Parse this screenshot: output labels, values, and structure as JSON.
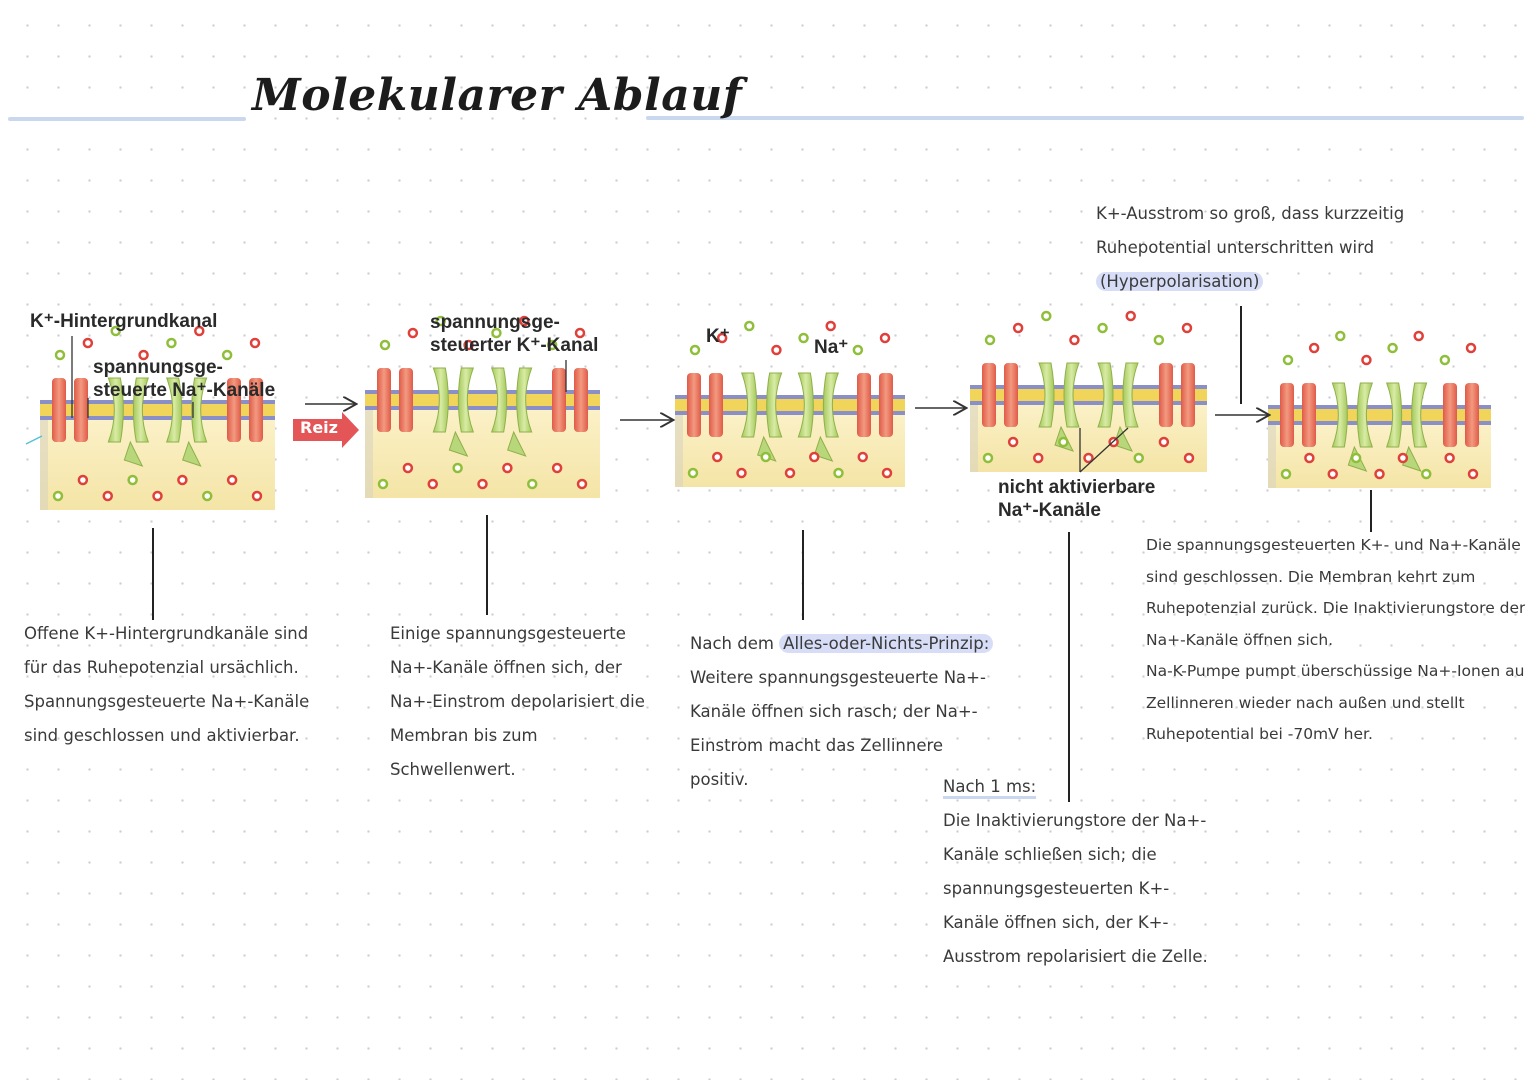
{
  "title": "Molekularer Ablauf",
  "labels": {
    "k_background": "K⁺-Hintergrundkanal",
    "na_gated": "spannungsge-\nsteuerte Na⁺-Kanäle",
    "k_gated": "spannungsge-\nsteuerter K⁺-Kanal",
    "k_plus": "K⁺",
    "na_plus": "Na⁺",
    "na_inactive": "nicht aktivierbare\nNa⁺-Kanäle",
    "reiz": "Reiz"
  },
  "notes": {
    "step1": [
      "Offene K+-Hintergrundkanäle sind",
      "für das Ruhepotenzial ursächlich.",
      "Spannungsgesteuerte Na+-Kanäle",
      "sind geschlossen und aktivierbar."
    ],
    "step2": [
      "Einige spannungsgesteuerte",
      "Na+-Kanäle öffnen sich, der",
      "Na+-Einstrom depolarisiert die",
      "Membran bis zum",
      "Schwellenwert."
    ],
    "step3_prefix": "Nach dem ",
    "step3_highlight": "Alles-oder-Nichts-Prinzip:",
    "step3": [
      "Weitere spannungsgesteuerte Na+-",
      "Kanäle öffnen sich rasch; der Na+-",
      "Einstrom macht das Zellinnere",
      "positiv."
    ],
    "step4_heading": "Nach 1 ms:",
    "step4": [
      "Die Inaktivierungstore der Na+-",
      "Kanäle schließen sich; die",
      "spannungsgesteuerten K+-",
      "Kanäle öffnen sich, der K+-",
      "Ausstrom repolarisiert die Zelle."
    ],
    "hyper": [
      "K+-Ausstrom so groß, dass kurzzeitig",
      "Ruhepotential unterschritten wird"
    ],
    "hyper_highlight": "(Hyperpolarisation)",
    "step5": [
      "Die spannungsgesteuerten K+- und Na+-Kanäle",
      "sind geschlossen. Die Membran kehrt zum",
      "Ruhepotenzial zurück. Die Inaktivierungstore der",
      "Na+-Kanäle öffnen sich.",
      "Na-K-Pumpe pumpt überschüssige Na+-Ionen aus",
      "Zellinneren wieder nach außen und stellt",
      "Ruhepotential bei -70mV her."
    ]
  },
  "colors": {
    "k_channel": "#e4705a",
    "na_channel": "#b8d77a",
    "na_ion": "#8fbf3a",
    "k_ion": "#e0403a",
    "cytoplasm": "#f8ebb8",
    "membrane_yellow": "#f1d45a",
    "membrane_purple": "#8a8fc7",
    "accent_line": "#c9d7ef",
    "highlight": "#d7ddf7",
    "reiz": "#e2474a"
  }
}
